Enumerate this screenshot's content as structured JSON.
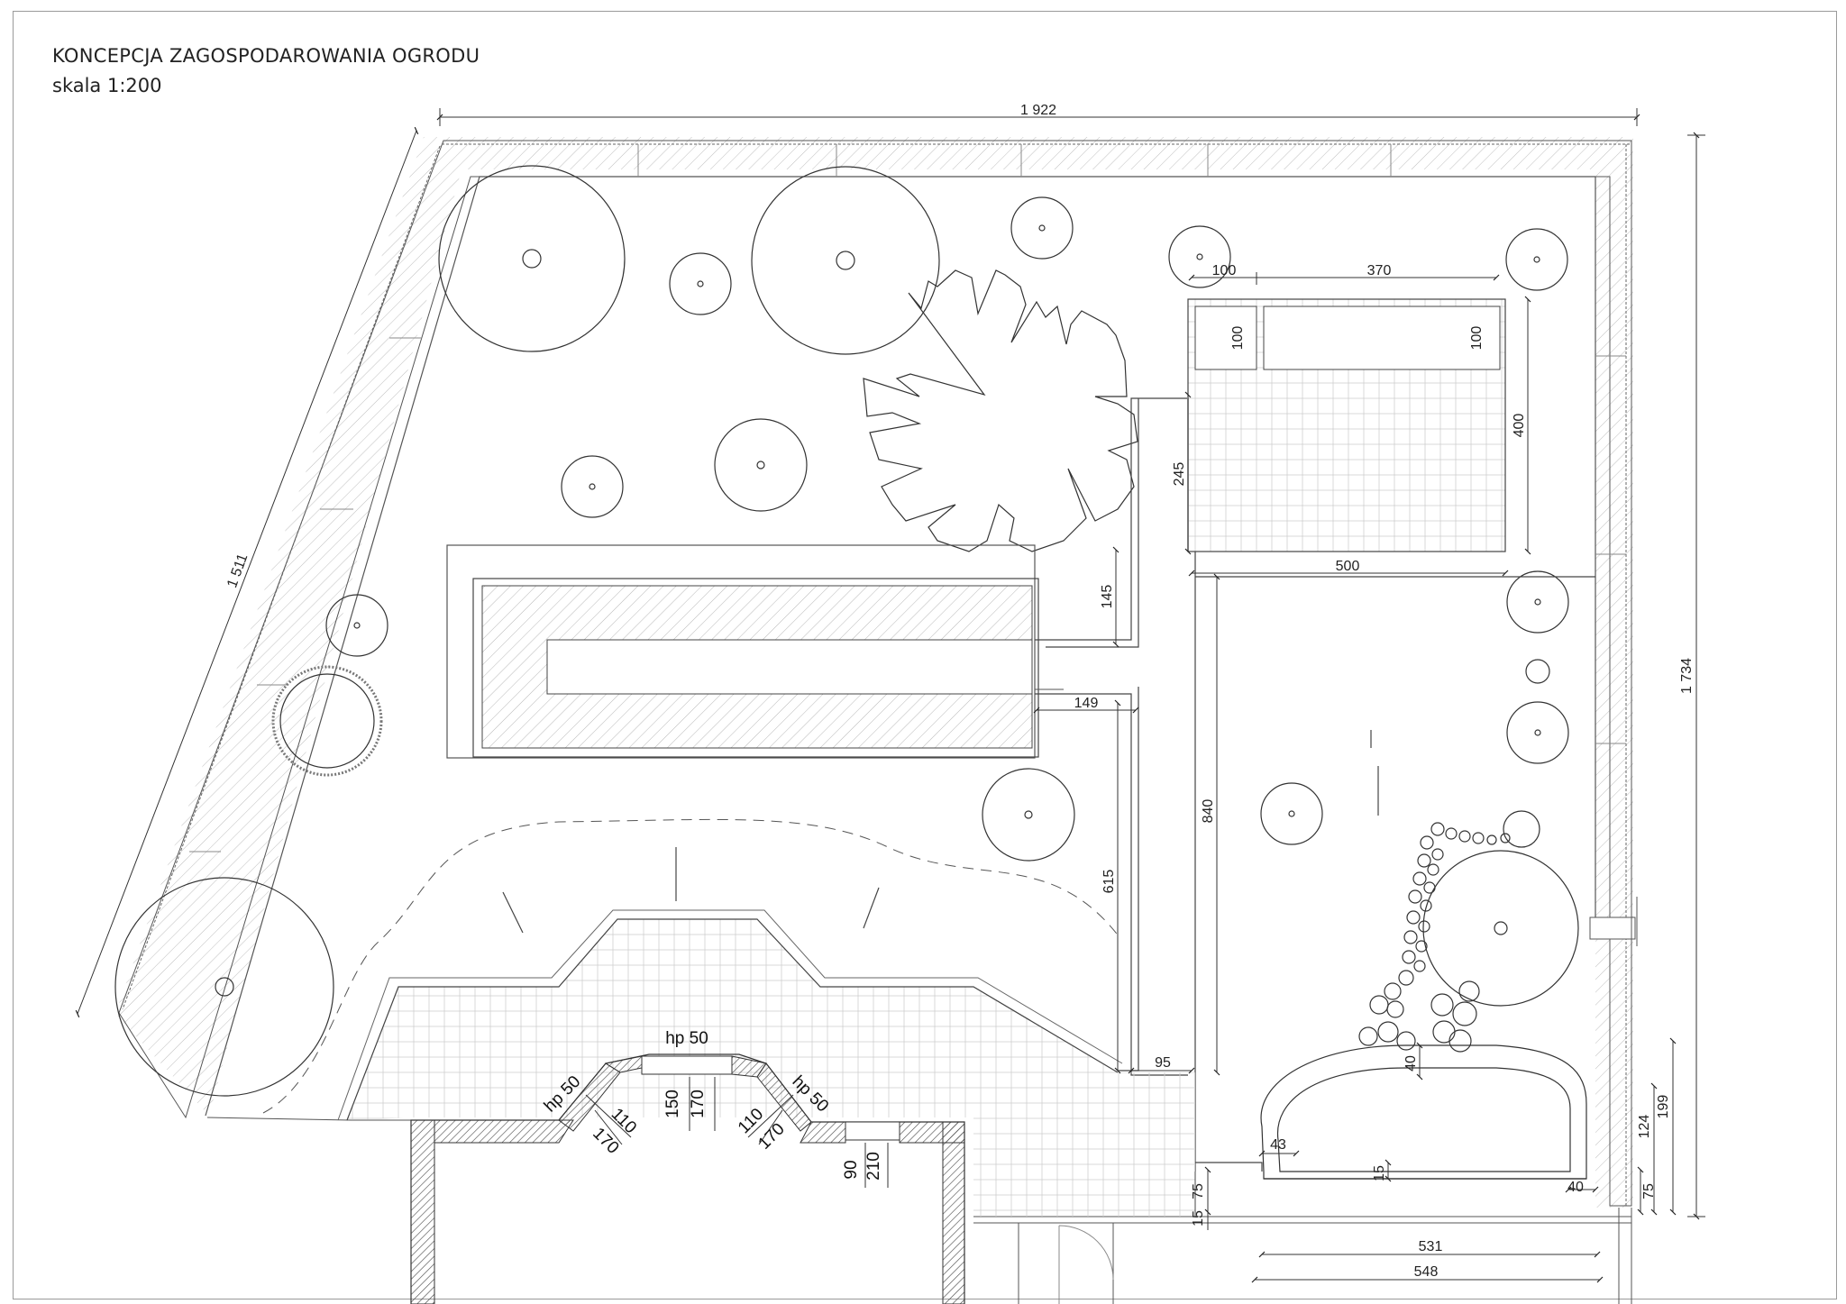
{
  "title": "KONCEPCJA ZAGOSPODAROWANIA OGRODU",
  "scale": "skala 1:200",
  "dimensions": {
    "top_total": "1 922",
    "left_diagonal": "1 511",
    "right_total": "1 734",
    "pergola_left": "100",
    "pergola_right": "370",
    "bed_small": "100",
    "bed_large": "100",
    "terrace_depth": "400",
    "path_245": "245",
    "deck_width": "500",
    "path_145": "145",
    "path_149": "149",
    "lawn_840": "840",
    "path_615": "615",
    "path_95": "95",
    "pool_40a": "40",
    "pool_43": "43",
    "pool_15": "15",
    "pool_40b": "40",
    "right_199": "199",
    "right_124": "124",
    "right_75": "75",
    "bottom_75": "75",
    "bottom_15": "15",
    "bottom_531": "531",
    "bottom_548": "548"
  },
  "window_labels": {
    "hp50_left": "hp 50",
    "hp50_center": "hp 50",
    "hp50_right": "hp 50",
    "left_110": "110",
    "left_170": "170",
    "center_150": "150",
    "center_170": "170",
    "right_110": "110",
    "right_170": "170",
    "door_90": "90",
    "door_210": "210"
  },
  "colors": {
    "line": "#333333",
    "light_line": "#9a9a9a",
    "hatch": "#b0b0b0"
  }
}
